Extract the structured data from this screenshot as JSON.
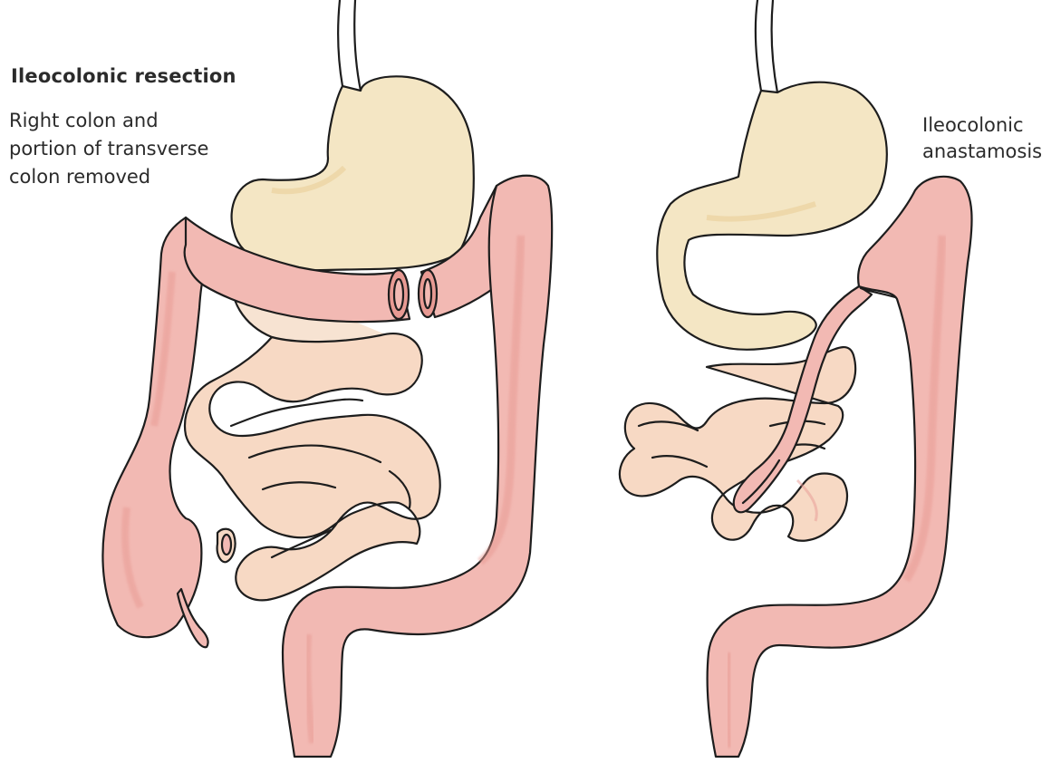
{
  "labels": {
    "title": "Ileocolonic resection",
    "subtitle_lines": [
      "Right colon and",
      "portion of transverse",
      "colon removed"
    ],
    "note_lines": [
      "Ileocolonic",
      "anastamosis"
    ]
  },
  "colors": {
    "colon_fill": "#f2b9b3",
    "colon_shade": "#e89a93",
    "small_bowel_fill": "#f7d9c4",
    "stomach_fill": "#f4e6c4",
    "outline": "#1d1d1d",
    "text": "#2b2b2b"
  }
}
